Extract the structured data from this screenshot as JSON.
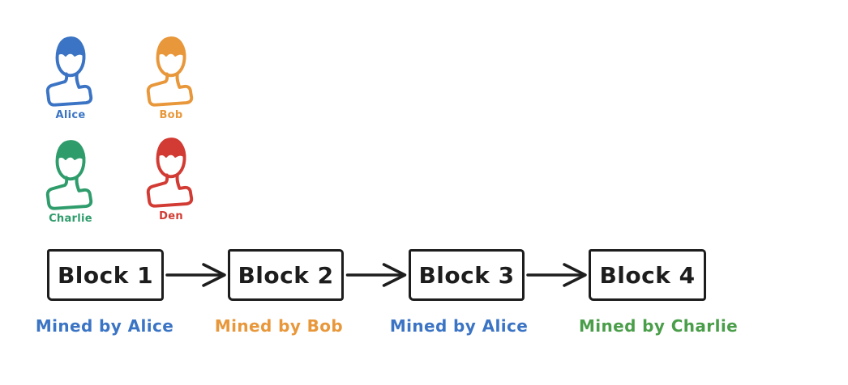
{
  "colors": {
    "ink": "#1d1d1d",
    "background": "#ffffff",
    "blue": "#3b74c4",
    "orange": "#e8973a",
    "green_icon": "#2e9c6b",
    "green_text": "#4a9e4a",
    "red": "#d23b33"
  },
  "people": [
    {
      "name": "Alice",
      "color": "#3b74c4"
    },
    {
      "name": "Bob",
      "color": "#e8973a"
    },
    {
      "name": "Charlie",
      "color": "#2e9c6b"
    },
    {
      "name": "Den",
      "color": "#d23b33"
    }
  ],
  "chain": {
    "blocks": [
      {
        "label": "Block 1",
        "miner_label": "Mined by Alice",
        "miner_color": "#3b74c4"
      },
      {
        "label": "Block 2",
        "miner_label": "Mined by Bob",
        "miner_color": "#e8973a"
      },
      {
        "label": "Block 3",
        "miner_label": "Mined by Alice",
        "miner_color": "#3b74c4"
      },
      {
        "label": "Block 4",
        "miner_label": "Mined by Charlie",
        "miner_color": "#4a9e4a"
      }
    ]
  }
}
